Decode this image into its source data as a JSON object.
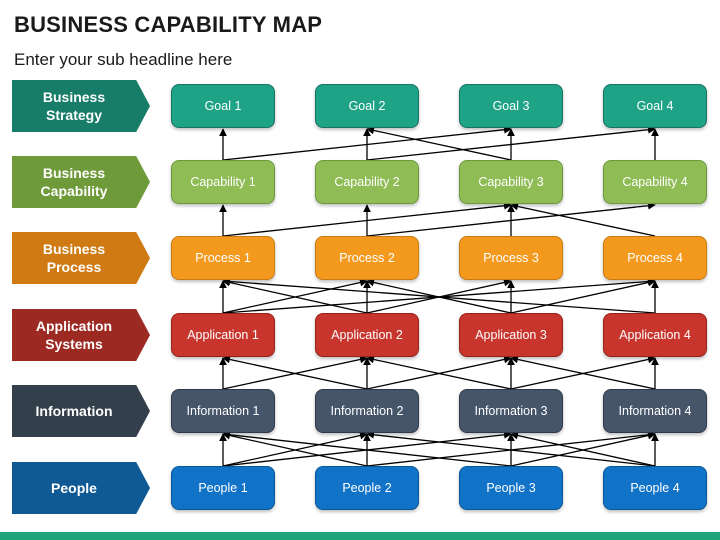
{
  "title": "BUSINESS CAPABILITY MAP",
  "subtitle": "Enter your sub headline here",
  "layers": [
    {
      "label": "Business\nStrategy",
      "color": "#177c68",
      "node_color": "#1fa386",
      "border": "#157360",
      "nodes": [
        "Goal 1",
        "Goal 2",
        "Goal 3",
        "Goal 4"
      ]
    },
    {
      "label": "Business\nCapability",
      "color": "#6e9a3a",
      "node_color": "#8fbc55",
      "border": "#6b9a3a",
      "nodes": [
        "Capability 1",
        "Capability 2",
        "Capability 3",
        "Capability 4"
      ]
    },
    {
      "label": "Business\nProcess",
      "color": "#cf7a12",
      "node_color": "#f39a1e",
      "border": "#c97a10",
      "nodes": [
        "Process 1",
        "Process 2",
        "Process 3",
        "Process 4"
      ]
    },
    {
      "label": "Application\nSystems",
      "color": "#9c2a22",
      "node_color": "#c8352c",
      "border": "#962218",
      "nodes": [
        "Application 1",
        "Application 2",
        "Application 3",
        "Application 4"
      ]
    },
    {
      "label": "Information",
      "color": "#343f4c",
      "node_color": "#46556a",
      "border": "#2e3a48",
      "nodes": [
        "Information 1",
        "Information 2",
        "Information 3",
        "Information 4"
      ]
    },
    {
      "label": "People",
      "color": "#0f5a94",
      "node_color": "#1173c8",
      "border": "#0c5596",
      "nodes": [
        "People 1",
        "People 2",
        "People 3",
        "People 4"
      ]
    }
  ],
  "connections": [
    {
      "from": [
        1,
        0
      ],
      "to": [
        0,
        0
      ]
    },
    {
      "from": [
        1,
        0
      ],
      "to": [
        0,
        2
      ]
    },
    {
      "from": [
        1,
        1
      ],
      "to": [
        0,
        1
      ]
    },
    {
      "from": [
        1,
        1
      ],
      "to": [
        0,
        3
      ]
    },
    {
      "from": [
        1,
        2
      ],
      "to": [
        0,
        1
      ]
    },
    {
      "from": [
        1,
        2
      ],
      "to": [
        0,
        2
      ]
    },
    {
      "from": [
        1,
        3
      ],
      "to": [
        0,
        3
      ]
    },
    {
      "from": [
        2,
        0
      ],
      "to": [
        1,
        0
      ]
    },
    {
      "from": [
        2,
        0
      ],
      "to": [
        1,
        2
      ]
    },
    {
      "from": [
        2,
        1
      ],
      "to": [
        1,
        1
      ]
    },
    {
      "from": [
        2,
        1
      ],
      "to": [
        1,
        3
      ]
    },
    {
      "from": [
        2,
        2
      ],
      "to": [
        1,
        2
      ]
    },
    {
      "from": [
        2,
        3
      ],
      "to": [
        1,
        2
      ]
    },
    {
      "from": [
        3,
        0
      ],
      "to": [
        2,
        0
      ]
    },
    {
      "from": [
        3,
        0
      ],
      "to": [
        2,
        1
      ]
    },
    {
      "from": [
        3,
        0
      ],
      "to": [
        2,
        3
      ]
    },
    {
      "from": [
        3,
        1
      ],
      "to": [
        2,
        0
      ]
    },
    {
      "from": [
        3,
        1
      ],
      "to": [
        2,
        1
      ]
    },
    {
      "from": [
        3,
        1
      ],
      "to": [
        2,
        2
      ]
    },
    {
      "from": [
        3,
        2
      ],
      "to": [
        2,
        1
      ]
    },
    {
      "from": [
        3,
        2
      ],
      "to": [
        2,
        2
      ]
    },
    {
      "from": [
        3,
        2
      ],
      "to": [
        2,
        3
      ]
    },
    {
      "from": [
        3,
        3
      ],
      "to": [
        2,
        0
      ]
    },
    {
      "from": [
        3,
        3
      ],
      "to": [
        2,
        3
      ]
    },
    {
      "from": [
        4,
        0
      ],
      "to": [
        3,
        0
      ]
    },
    {
      "from": [
        4,
        0
      ],
      "to": [
        3,
        1
      ]
    },
    {
      "from": [
        4,
        1
      ],
      "to": [
        3,
        0
      ]
    },
    {
      "from": [
        4,
        1
      ],
      "to": [
        3,
        1
      ]
    },
    {
      "from": [
        4,
        1
      ],
      "to": [
        3,
        2
      ]
    },
    {
      "from": [
        4,
        2
      ],
      "to": [
        3,
        1
      ]
    },
    {
      "from": [
        4,
        2
      ],
      "to": [
        3,
        2
      ]
    },
    {
      "from": [
        4,
        2
      ],
      "to": [
        3,
        3
      ]
    },
    {
      "from": [
        4,
        3
      ],
      "to": [
        3,
        2
      ]
    },
    {
      "from": [
        4,
        3
      ],
      "to": [
        3,
        3
      ]
    },
    {
      "from": [
        5,
        0
      ],
      "to": [
        4,
        0
      ]
    },
    {
      "from": [
        5,
        0
      ],
      "to": [
        4,
        1
      ]
    },
    {
      "from": [
        5,
        0
      ],
      "to": [
        4,
        2
      ]
    },
    {
      "from": [
        5,
        1
      ],
      "to": [
        4,
        0
      ]
    },
    {
      "from": [
        5,
        1
      ],
      "to": [
        4,
        1
      ]
    },
    {
      "from": [
        5,
        1
      ],
      "to": [
        4,
        3
      ]
    },
    {
      "from": [
        5,
        2
      ],
      "to": [
        4,
        0
      ]
    },
    {
      "from": [
        5,
        2
      ],
      "to": [
        4,
        2
      ]
    },
    {
      "from": [
        5,
        2
      ],
      "to": [
        4,
        3
      ]
    },
    {
      "from": [
        5,
        3
      ],
      "to": [
        4,
        1
      ]
    },
    {
      "from": [
        5,
        3
      ],
      "to": [
        4,
        2
      ]
    },
    {
      "from": [
        5,
        3
      ],
      "to": [
        4,
        3
      ]
    }
  ]
}
